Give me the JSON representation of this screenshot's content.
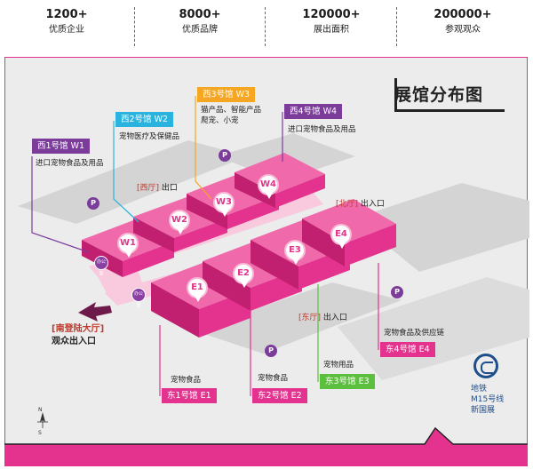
{
  "stats": [
    {
      "value": "1200+",
      "label": "优质企业"
    },
    {
      "value": "8000+",
      "label": "优质品牌"
    },
    {
      "value": "120000+",
      "label": "展出面积"
    },
    {
      "value": "200000+",
      "label": "参观观众"
    }
  ],
  "map": {
    "title": "展馆分布图",
    "halls": {
      "w1": {
        "marker": "W1",
        "tag": "西1号馆  W1",
        "desc": "进口宠物食品及用品"
      },
      "w2": {
        "marker": "W2",
        "tag": "西2号馆  W2",
        "desc": "宠物医疗及保健品"
      },
      "w3": {
        "marker": "W3",
        "tag": "西3号馆  W3",
        "desc_line1": "猫产品、智能产品",
        "desc_line2": "爬宠、小宠"
      },
      "w4": {
        "marker": "W4",
        "tag": "西4号馆  W4",
        "desc": "进口宠物食品及用品"
      },
      "e1": {
        "marker": "E1",
        "tag": "东1号馆  E1",
        "desc": "宠物食品"
      },
      "e2": {
        "marker": "E2",
        "tag": "东2号馆  E2",
        "desc": "宠物食品"
      },
      "e3": {
        "marker": "E3",
        "tag": "东3号馆  E3",
        "desc": "宠物用品"
      },
      "e4": {
        "marker": "E4",
        "tag": "东4号馆  E4",
        "desc": "宠物食品及供应链"
      }
    },
    "entrances": {
      "west": {
        "bracket": "[西厅]",
        "text": " 出口"
      },
      "north": {
        "bracket": "[北厅]",
        "text": " 出入口"
      },
      "east": {
        "bracket": "[东厅]",
        "text": " 出入口"
      },
      "south": {
        "bracket": "[南登陆大厅]",
        "text": "观众出入口"
      }
    },
    "parking_label": "P",
    "office_label": "办公室",
    "metro": {
      "line1": "地铁",
      "line2": "M15号线",
      "line3": "新国展"
    },
    "compass": {
      "n": "N",
      "s": "S"
    },
    "colors": {
      "hall_pink": "#e4338e",
      "hall_top": "#f06aab",
      "walkway": "#f9c9dd",
      "purple": "#7b3c9a",
      "cyan": "#2bb3e0",
      "orange": "#f5a623",
      "green": "#5cbf3e",
      "metro_blue": "#1f4e8c"
    }
  }
}
